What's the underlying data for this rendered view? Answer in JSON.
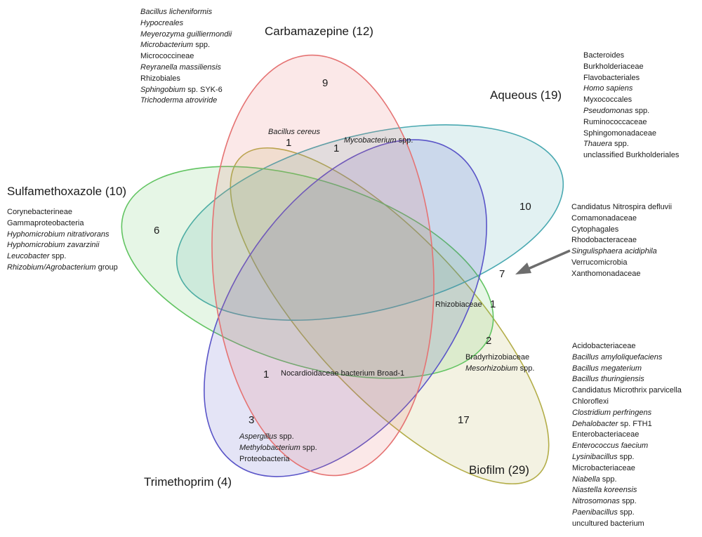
{
  "sets": {
    "carbamazepine": {
      "title": "Carbamazepine (12)",
      "color": "#e57373"
    },
    "aqueous": {
      "title": "Aqueous (19)",
      "color": "#4aa9b1"
    },
    "sulfamethoxazole": {
      "title": "Sulfamethoxazole (10)",
      "color": "#62c462"
    },
    "trimethoprim": {
      "title": "Trimethoprim (4)",
      "color": "#5a55c8"
    },
    "biofilm": {
      "title": "Biofilm (29)",
      "color": "#b3ad48"
    }
  },
  "counts": {
    "carbamazepine_only": "9",
    "aqueous_only": "10",
    "sulfamethoxazole_only": "6",
    "trimethoprim_only": "3",
    "biofilm_only": "17",
    "bacillus_cereus_region": "1",
    "mycobacterium_region": "1",
    "aqueous_biofilm_region": "7",
    "rhizobiaceae_region": "1",
    "bradyrhizobiaceae_region": "2",
    "nocardioidaceae_region": "1"
  },
  "inline_labels": {
    "bacillus_cereus": "Bacillus cereus",
    "mycobacterium": "Mycobacterium",
    "mycobacterium_suffix": " spp.",
    "rhizobiaceae": "Rhizobiaceae",
    "nocardioidaceae": "Nocardioidaceae bacterium Broad-1"
  },
  "lists": {
    "carbamazepine": [
      {
        "text": "Bacillus licheniformis",
        "italic": true
      },
      {
        "text": "Hypocreales",
        "italic": true
      },
      {
        "text": "Meyerozyma guilliermondii",
        "italic": true
      },
      {
        "text": "Microbacterium",
        "italic": true,
        "suffix": " spp."
      },
      {
        "text": "Micrococcineae",
        "italic": false
      },
      {
        "text": "Reyranella massiliensis",
        "italic": true
      },
      {
        "text": "Rhizobiales",
        "italic": false
      },
      {
        "text": "Sphingobium",
        "italic": true,
        "suffix": " sp. SYK-6"
      },
      {
        "text": "Trichoderma atroviride",
        "italic": true
      }
    ],
    "aqueous": [
      {
        "text": "Bacteroides",
        "italic": false
      },
      {
        "text": "Burkholderiaceae",
        "italic": false
      },
      {
        "text": "Flavobacteriales",
        "italic": false
      },
      {
        "text": "Homo sapiens",
        "italic": true
      },
      {
        "text": "Myxococcales",
        "italic": false
      },
      {
        "text": "Pseudomonas",
        "italic": true,
        "suffix": " spp."
      },
      {
        "text": "Ruminococcaceae",
        "italic": false
      },
      {
        "text": "Sphingomonadaceae",
        "italic": false
      },
      {
        "text": "Thauera",
        "italic": true,
        "suffix": " spp."
      },
      {
        "text": "unclassified Burkholderiales",
        "italic": false
      }
    ],
    "aqueous_biofilm": [
      {
        "text": "Candidatus Nitrospira defluvii",
        "italic": false
      },
      {
        "text": "Comamonadaceae",
        "italic": false
      },
      {
        "text": "Cytophagales",
        "italic": false
      },
      {
        "text": "Rhodobacteraceae",
        "italic": false
      },
      {
        "text": "Singulisphaera acidiphila",
        "italic": true
      },
      {
        "text": "Verrucomicrobia",
        "italic": false
      },
      {
        "text": "Xanthomonadaceae",
        "italic": false
      }
    ],
    "sulfamethoxazole": [
      {
        "text": "Corynebacterineae",
        "italic": false
      },
      {
        "text": "Gammaproteobacteria",
        "italic": false
      },
      {
        "text": "Hyphomicrobium nitrativorans",
        "italic": true
      },
      {
        "text": "Hyphomicrobium zavarzinii",
        "italic": true
      },
      {
        "text": "Leucobacter",
        "italic": true,
        "suffix": " spp."
      },
      {
        "text": "Rhizobium/Agrobacterium",
        "italic": true,
        "suffix": " group"
      }
    ],
    "bradyrhizobiaceae": [
      {
        "text": "Bradyrhizobiaceae",
        "italic": false
      },
      {
        "text": "Mesorhizobium",
        "italic": true,
        "suffix": " spp."
      }
    ],
    "trimethoprim": [
      {
        "text": "Aspergillus",
        "italic": true,
        "suffix": " spp."
      },
      {
        "text": "Methylobacterium",
        "italic": true,
        "suffix": " spp."
      },
      {
        "text": "Proteobacteria",
        "italic": false
      }
    ],
    "biofilm": [
      {
        "text": "Acidobacteriaceae",
        "italic": false
      },
      {
        "text": "Bacillus amyloliquefaciens",
        "italic": true
      },
      {
        "text": "Bacillus megaterium",
        "italic": true
      },
      {
        "text": "Bacillus thuringiensis",
        "italic": true
      },
      {
        "text": "Candidatus Microthrix parvicella",
        "italic": false
      },
      {
        "text": "Chloroflexi",
        "italic": false
      },
      {
        "text": "Clostridium perfringens",
        "italic": true
      },
      {
        "text": "Dehalobacter",
        "italic": true,
        "suffix": " sp. FTH1"
      },
      {
        "text": "Enterobacteriaceae",
        "italic": false
      },
      {
        "text": "Enterococcus faecium",
        "italic": true
      },
      {
        "text": "Lysinibacillus",
        "italic": true,
        "suffix": " spp."
      },
      {
        "text": "Microbacteriaceae",
        "italic": false
      },
      {
        "text": "Niabella",
        "italic": true,
        "suffix": " spp."
      },
      {
        "text": "Niastella koreensis",
        "italic": true
      },
      {
        "text": "Nitrosomonas",
        "italic": true,
        "suffix": " spp."
      },
      {
        "text": "Paenibacillus",
        "italic": true,
        "suffix": " spp."
      },
      {
        "text": "uncultured bacterium",
        "italic": false
      }
    ]
  },
  "arrow_color": "#6d6d6d"
}
